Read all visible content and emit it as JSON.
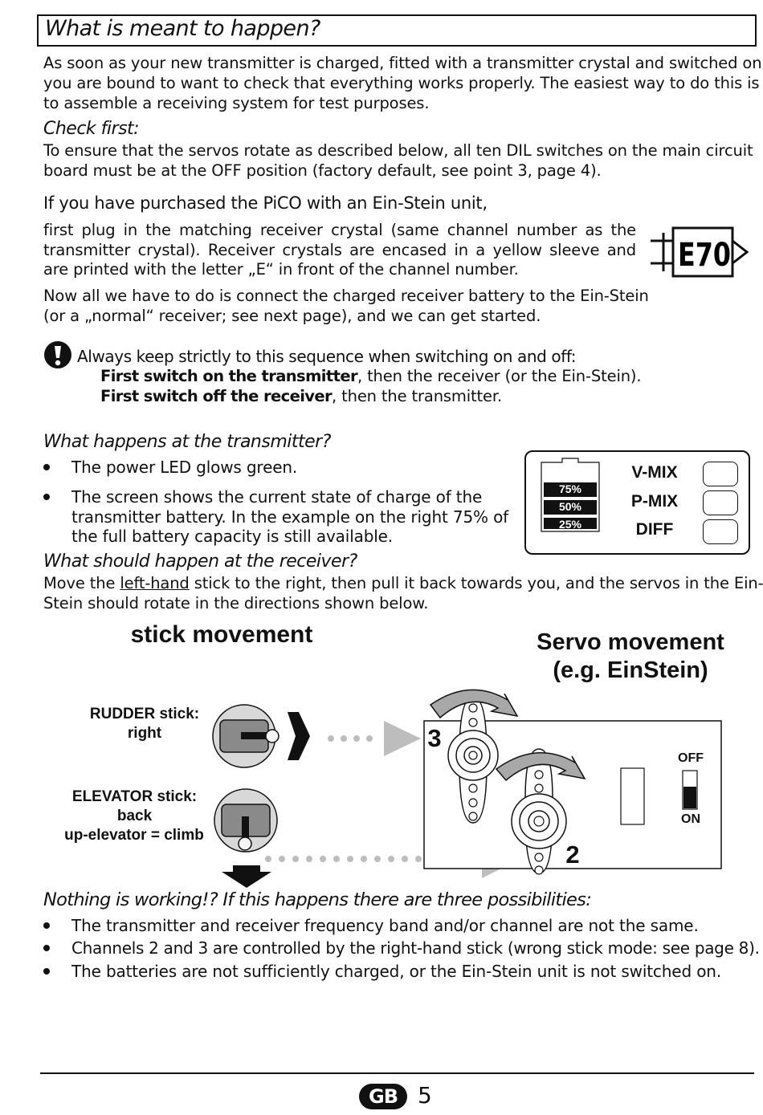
{
  "title": "What is meant to happen?",
  "intro": {
    "line1": "As soon as your new transmitter is charged, fitted with a transmitter crystal and switched on,",
    "line2": "you are bound to want to check that everything works properly. The easiest way to do this is",
    "line3": "to assemble a receiving system for test purposes."
  },
  "check_first": {
    "heading": "Check first:",
    "line1": "To ensure that the servos rotate as described below, all ten DIL switches on the main circuit",
    "line2": "board must be at the OFF position (factory default, see point 3, page 4)."
  },
  "einstein": {
    "heading": "If you have purchased the PiCO with an Ein-Stein unit,",
    "para1": "first plug in the matching receiver crystal (same channel number as the transmitter crystal). Receiver crystals are encased in a yellow sleeve and are printed with the letter „E“ in front of the channel number.",
    "para2_line1": "Now all we have to do is connect the charged receiver battery to the Ein-Stein",
    "para2_line2": "(or a „normal“ receiver; see next page), and we can get started.",
    "crystal_label": "E70"
  },
  "warning": {
    "icon": "exclamation-icon",
    "heading": "Always keep strictly to this sequence when switching on and off:",
    "line1_bold": "First switch on the transmitter",
    "line1_rest": ", then the receiver (or the Ein-Stein).",
    "line2_bold": "First switch off the receiver",
    "line2_rest": ", then the transmitter."
  },
  "transmitter": {
    "heading": "What happens at the transmitter?",
    "bullet1": "The power LED glows green.",
    "bullet2_line1": "The screen shows the current state of charge of the",
    "bullet2_line2": "transmitter battery. In the example on the right 75% of",
    "bullet2_line3": "the full battery capacity is still available."
  },
  "display": {
    "levels": [
      "75%",
      "50%",
      "25%"
    ],
    "mix_labels": [
      "V-MIX",
      "P-MIX",
      "DIFF"
    ]
  },
  "receiver": {
    "heading": "What should happen at the receiver?",
    "line1_pre": "Move the ",
    "line1_link": "left-hand",
    "line1_post": " stick to the right, then pull it back towards you, and the servos in the Ein-",
    "line2": "Stein should rotate in the directions shown below."
  },
  "diagram": {
    "stick_title": "stick movement",
    "servo_title_line1": "Servo movement",
    "servo_title_line2": "(e.g.  EinStein)",
    "rudder_line1": "RUDDER stick:",
    "rudder_line2": "right",
    "elevator_line1": "ELEVATOR stick:",
    "elevator_line2": "back",
    "elevator_line3": "up-elevator = climb",
    "servo3_num": "3",
    "servo2_num": "2",
    "switch_off": "OFF",
    "switch_on": "ON"
  },
  "troubleshoot": {
    "heading": "Nothing is working!? If this happens there are three possibilities:",
    "bullets": [
      "The transmitter and receiver frequency band and/or channel are not the same.",
      "Channels 2 and 3 are controlled by the right-hand stick (wrong stick mode: see page 8).",
      "The batteries are not sufficiently charged, or the Ein-Stein unit is not switched on."
    ]
  },
  "footer": {
    "badge": "GB",
    "page_number": "5"
  }
}
